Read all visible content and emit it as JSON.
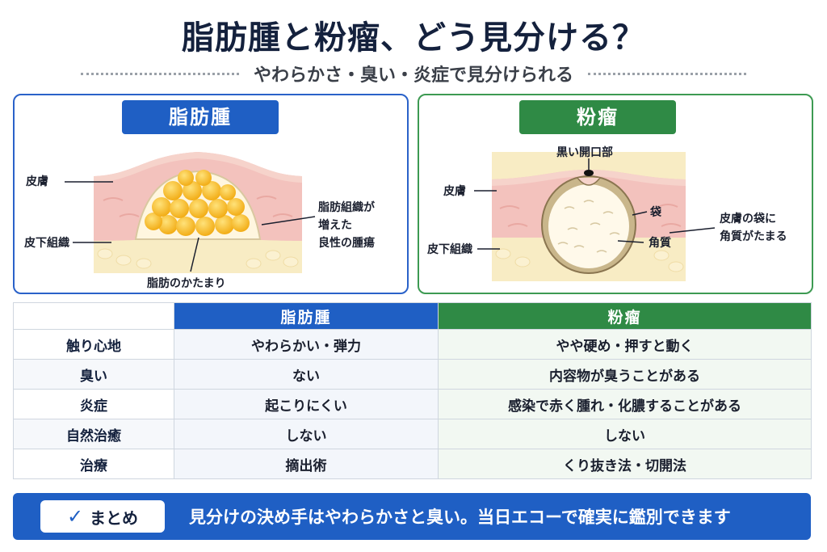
{
  "header": {
    "title": "脂肪腫と粉瘤、どう見分ける？",
    "subtitle": "やわらかさ・臭い・炎症で見分けられる"
  },
  "lipoma": {
    "title": "脂肪腫",
    "labels": {
      "skin": "皮膚",
      "subcutaneous": "皮下組織",
      "desc_line1": "脂肪組織が",
      "desc_line2": "増えた",
      "desc_line3": "良性の腫瘍",
      "mass": "脂肪のかたまり"
    }
  },
  "atheroma": {
    "title": "粉瘤",
    "labels": {
      "opening": "黒い開口部",
      "skin": "皮膚",
      "subcutaneous": "皮下組織",
      "sac": "袋",
      "keratin": "角質",
      "desc_line1": "皮膚の袋に",
      "desc_line2": "角質がたまる"
    }
  },
  "table": {
    "headers": [
      "",
      "脂肪腫",
      "粉瘤"
    ],
    "rows": [
      {
        "item": "触り心地",
        "lipoma": "やわらかい・弾力",
        "atheroma": "やや硬め・押すと動く"
      },
      {
        "item": "臭い",
        "lipoma": "ない",
        "atheroma": "内容物が臭うことがある"
      },
      {
        "item": "炎症",
        "lipoma": "起こりにくい",
        "atheroma": "感染で赤く腫れ・化膿することがある"
      },
      {
        "item": "自然治癒",
        "lipoma": "しない",
        "atheroma": "しない"
      },
      {
        "item": "治療",
        "lipoma": "摘出術",
        "atheroma": "くり抜き法・切開法"
      }
    ]
  },
  "summary": {
    "badge": "まとめ",
    "text": "見分けの決め手はやわらかさと臭い。当日エコーで確実に鑑別できます"
  },
  "colors": {
    "blue": "#1f5fc4",
    "green": "#2f8a45",
    "fat": "#f5b81c",
    "skin": "#f3c2bd",
    "subcutaneous": "#f8ecc4"
  }
}
